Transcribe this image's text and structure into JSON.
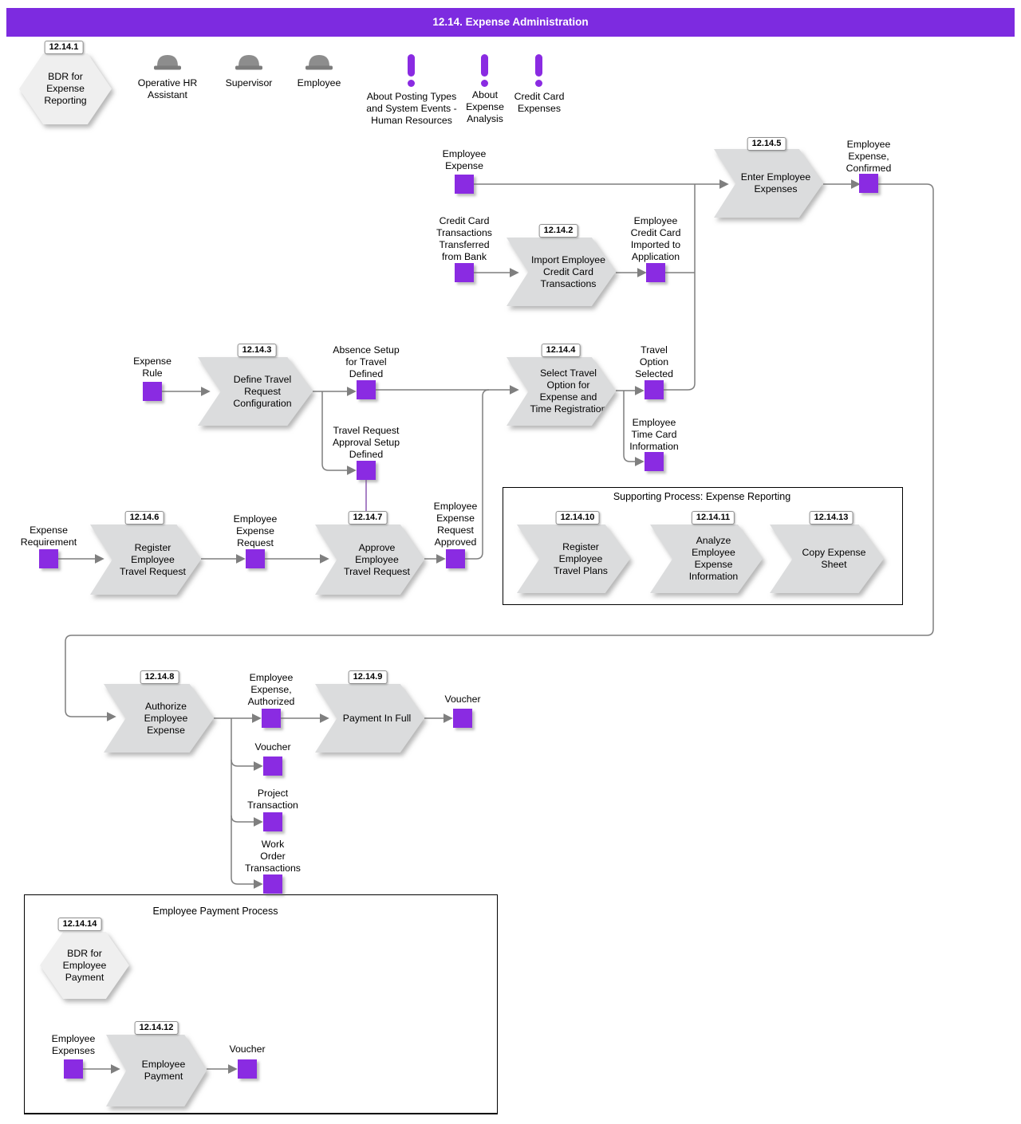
{
  "header": {
    "title": "12.14. Expense Administration"
  },
  "legend": {
    "bdr_badge": "12.14.1",
    "bdr_label": "BDR for\nExpense\nReporting",
    "actors": [
      {
        "label": "Operative HR\nAssistant"
      },
      {
        "label": "Supervisor"
      },
      {
        "label": "Employee"
      }
    ],
    "notes": [
      {
        "label": "About Posting Types\nand System Events -\nHuman Resources"
      },
      {
        "label": "About\nExpense\nAnalysis"
      },
      {
        "label": "Credit Card\nExpenses"
      }
    ]
  },
  "processes": [
    {
      "badge": "12.14.5",
      "label": "Enter Employee\nExpenses"
    },
    {
      "badge": "12.14.2",
      "label": "Import Employee\nCredit Card\nTransactions"
    },
    {
      "badge": "12.14.3",
      "label": "Define Travel\nRequest\nConfiguration"
    },
    {
      "badge": "12.14.4",
      "label": "Select Travel\nOption for\nExpense and\nTime Registration"
    },
    {
      "badge": "12.14.6",
      "label": "Register\nEmployee\nTravel Request"
    },
    {
      "badge": "12.14.7",
      "label": "Approve\nEmployee\nTravel Request"
    },
    {
      "badge": "12.14.10",
      "label": "Register\nEmployee\nTravel Plans"
    },
    {
      "badge": "12.14.11",
      "label": "Analyze\nEmployee\nExpense\nInformation"
    },
    {
      "badge": "12.14.13",
      "label": "Copy Expense\nSheet"
    },
    {
      "badge": "12.14.8",
      "label": "Authorize\nEmployee\nExpense"
    },
    {
      "badge": "12.14.9",
      "label": "Payment In Full"
    },
    {
      "badge": "12.14.12",
      "label": "Employee\nPayment"
    }
  ],
  "artifacts": [
    {
      "label": "Employee\nExpense"
    },
    {
      "label": "Employee\nExpense,\nConfirmed"
    },
    {
      "label": "Credit Card\nTransactions\nTransferred\nfrom Bank"
    },
    {
      "label": "Employee\nCredit Card\nImported to\nApplication"
    },
    {
      "label": "Expense\nRule"
    },
    {
      "label": "Absence Setup\nfor Travel\nDefined"
    },
    {
      "label": "Travel Request\nApproval Setup\nDefined"
    },
    {
      "label": "Travel\nOption\nSelected"
    },
    {
      "label": "Employee\nTime Card\nInformation"
    },
    {
      "label": "Expense\nRequirement"
    },
    {
      "label": "Employee\nExpense\nRequest"
    },
    {
      "label": "Employee\nExpense\nRequest\nApproved"
    },
    {
      "label": "Employee\nExpense,\nAuthorized"
    },
    {
      "label": "Voucher"
    },
    {
      "label": "Voucher"
    },
    {
      "label": "Project\nTransaction"
    },
    {
      "label": "Work\nOrder\nTransactions"
    },
    {
      "label": "Employee\nExpenses"
    },
    {
      "label": "Voucher"
    }
  ],
  "containers": {
    "supporting_title": "Supporting Process: Expense Reporting",
    "payment_title": "Employee Payment Process",
    "payment_bdr_badge": "12.14.14",
    "payment_bdr_label": "BDR for Employee\nPayment"
  },
  "colors": {
    "header_bar": "#7d2be0",
    "artifact_square": "#8a2be2",
    "process_fill": "#dbdcdd",
    "hexagon_fill": "#efefef",
    "connector": "#7f7f7f",
    "approval_connector": "#7030a0"
  }
}
